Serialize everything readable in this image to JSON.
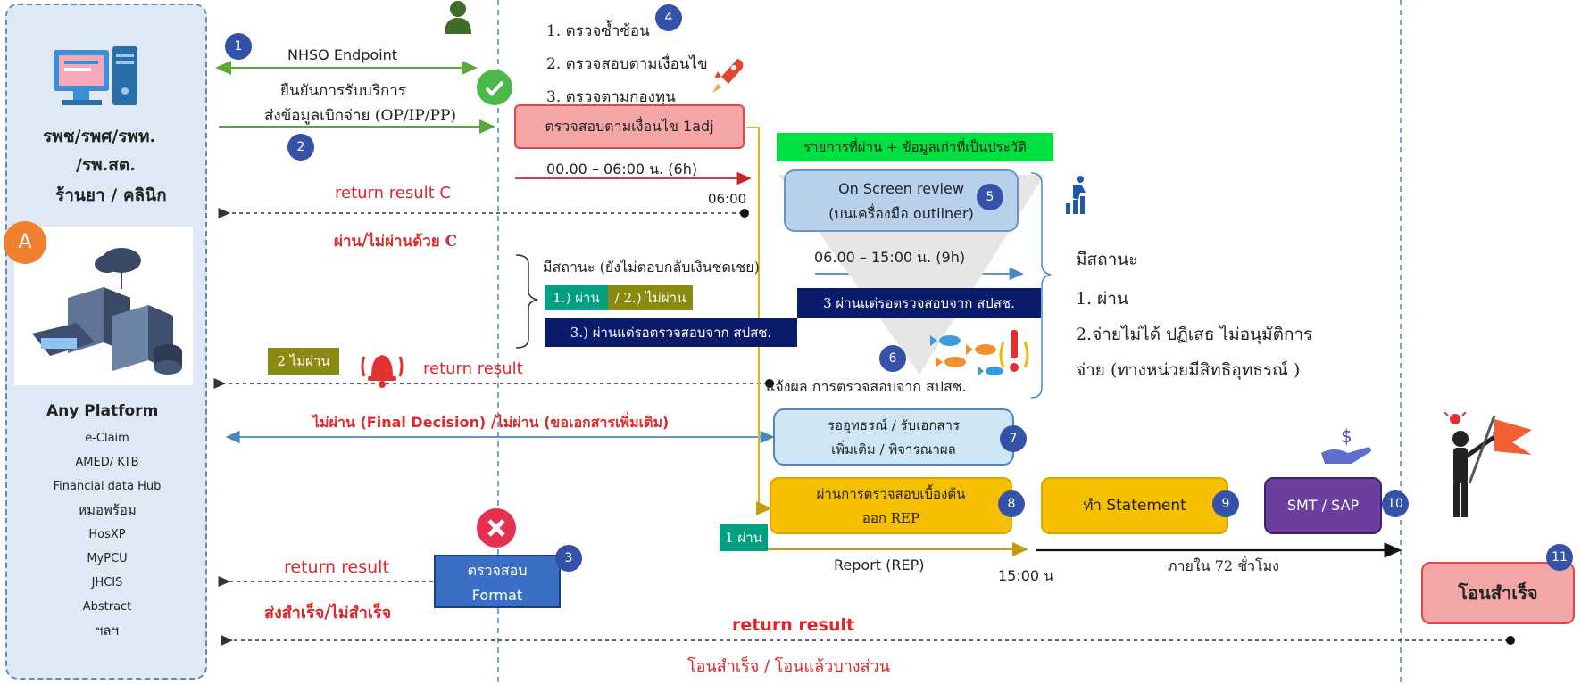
{
  "left_panel": {
    "org_line1": "รพช/รพศ/รพท.",
    "org_line2": "/รพ.สต.",
    "org_line3": "ร้านยา / คลินิก",
    "badge_a": "A",
    "platform_title": "Any Platform",
    "platforms": [
      "e-Claim",
      "AMED/ KTB",
      "Financial data Hub",
      "หมอพร้อม",
      "HosXP",
      "MyPCU",
      "JHCIS",
      "Abstract",
      "ฯลฯ"
    ]
  },
  "steps": {
    "s1": "1",
    "s2": "2",
    "s3": "3",
    "s4": "4",
    "s5": "5",
    "s6": "6",
    "s7": "7",
    "s8": "8",
    "s9": "9",
    "s10": "10",
    "s11": "11"
  },
  "arrows": {
    "endpoint": "NHSO Endpoint",
    "submit_line1": "ยืนยันการรับบริการ",
    "submit_line2": "ส่งข้อมูลเบิกจ่าย (OP/IP/PP)",
    "time_window": "00.00 – 06:00 น. (6h)",
    "time_0600": "06:00",
    "return_c": "return result C",
    "pass_fail_c": "ผ่าน/ไม่ผ่านด้วย  C",
    "review_window": "06.00 – 15:00 น. (9h)",
    "not_pass_tag": "2 ไม่ผ่าน",
    "return_result_mid": "return result",
    "final_decision": "ไม่ผ่าน (Final Decision) /ไม่ผ่าน (ขอเอกสารเพิ่มเติม)",
    "pass_tag": "1 ผ่าน",
    "report": "Report (REP)",
    "time_1500": "15:00 น",
    "within_72": "ภายใน 72 ชั่วโมง",
    "return_result_bottom_left": "return result",
    "send_status": "ส่งสำเร็จ/ไม่สำเร็จ",
    "return_result_bottom": "return result",
    "transfer_status": "โอนสำเร็จ / โอนแล้วบางส่วน"
  },
  "checks": {
    "c1": "1. ตรวจซ้ำซ้อน",
    "c2": "2. ตรวจสอบตามเงื่อนไข",
    "c3": "3. ตรวจตามกองทุน"
  },
  "boxes": {
    "adj": "ตรวจสอบตามเงื่อนไข 1adj",
    "history_banner": "รายการที่ผ่าน + ข้อมูลเก่าที่เป็นประวัติ",
    "onscreen_line1": "On Screen review",
    "onscreen_line2": "(บนเครื่องมือ outliner)",
    "status_title": "มีสถานะ (ยังไม่ตอบกลับเงินชดเชย)",
    "status_pass": "1.) ผ่าน",
    "status_fail": "/ 2.) ไม่ผ่าน",
    "status_wait": "3.) ผ่านแต่รอตรวจสอบจาก สปสช.",
    "wait_banner": "3 ผ่านแต่รอตรวจสอบจาก สปสช.",
    "notify": "แจ้งผล การตรวจสอบจาก สปสช.",
    "appeal_line1": "รออุทธรณ์ / รับเอกสาร",
    "appeal_line2": "เพิ่มเติม / พิจารณาผล",
    "initial_line1": "ผ่านการตรวจสอบเบื้องต้น",
    "initial_line2": "ออก REP",
    "statement": "ทำ Statement",
    "smt": "SMT / SAP",
    "format_line1": "ตรวจสอบ",
    "format_line2": "Format",
    "transfer_done": "โอนสำเร็จ"
  },
  "right_status": {
    "title": "มีสถานะ",
    "item1": "1. ผ่าน",
    "item2": "2.จ่ายไม่ได้ ปฏิเสธ ไม่อนุมัติการ",
    "item3": "จ่าย (ทางหน่วยมีสิทธิอุทธรณ์ )"
  },
  "colors": {
    "step_badge": "#3452a8",
    "green_line": "#5aa83b",
    "red_text": "#e0282b",
    "blue_box": "#cfe6f5",
    "yellow_box": "#f5c000",
    "purple_box": "#6b3fa0",
    "navy_banner": "#0b1b6b",
    "green_banner": "#00e040",
    "pink_box": "#f4a6a6"
  }
}
